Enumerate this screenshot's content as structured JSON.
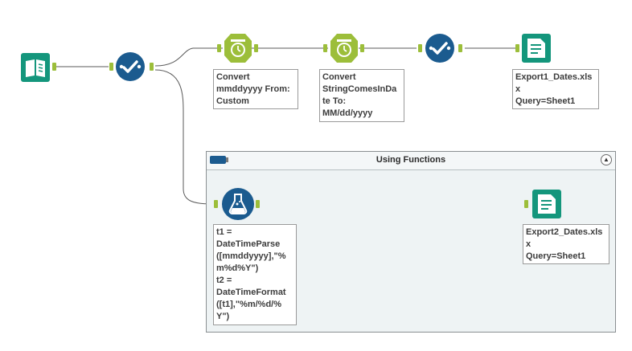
{
  "tools": {
    "input": "book-icon",
    "select_1": "select-checkmark-icon",
    "datetime_1": "datetime-clock-icon",
    "datetime_2": "datetime-clock-icon",
    "select_2": "select-checkmark-icon",
    "output_1": "output-document-icon",
    "formula": "formula-flask-icon",
    "output_2": "output-document-icon"
  },
  "annotations": {
    "datetime_1": "Convert\nmmddyyyy From:\nCustom",
    "datetime_2": "Convert\nStringComesInDa\nte To:\nMM/dd/yyyy",
    "output_1": "Export1_Dates.xls\nx\nQuery=Sheet1",
    "formula": "t1 =\nDateTimeParse\n([mmddyyyy],\"%\nm%d%Y\")\nt2 =\nDateTimeFormat\n([t1],\"%m/%d/%\nY\")",
    "output_2": "Export2_Dates.xls\nx\nQuery=Sheet1"
  },
  "container": {
    "title": "Using Functions",
    "collapse_glyph": "▲"
  },
  "colors": {
    "teal": "#14967c",
    "blue": "#1b5b8f",
    "olive": "#9cbe3a",
    "connector": "#5a5a5a"
  }
}
